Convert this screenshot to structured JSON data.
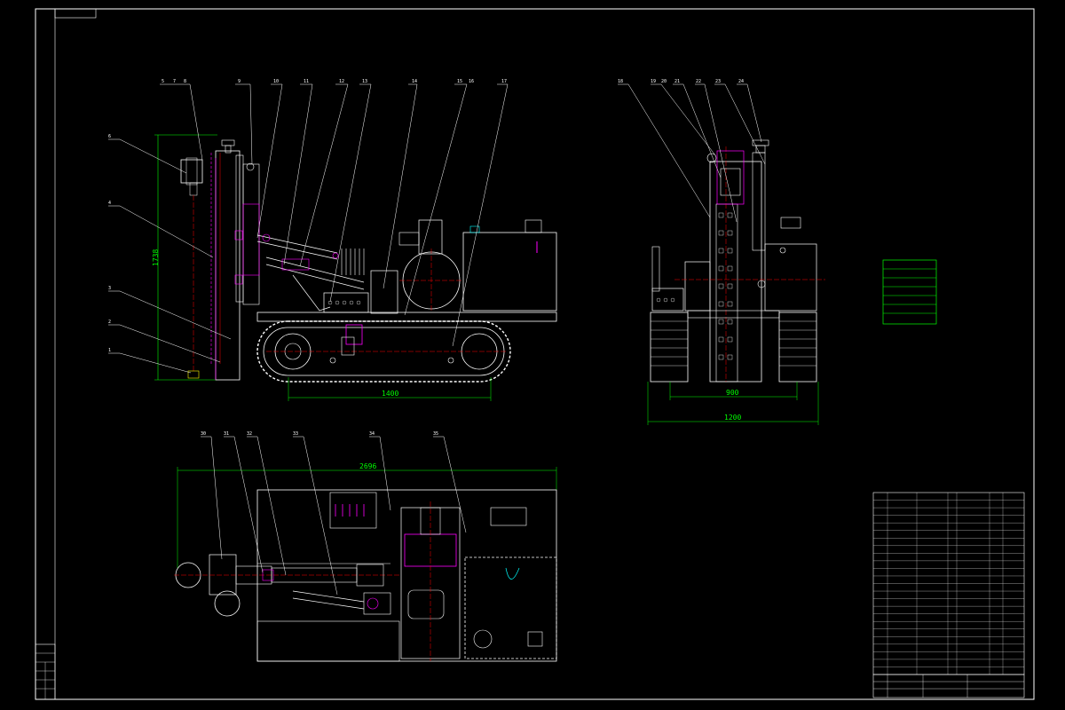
{
  "drawing_tag": "",
  "dimensions": {
    "side_height": "1738",
    "side_length": "1400",
    "front_inner_width": "900",
    "front_outer_width": "1200",
    "top_length": "2696"
  },
  "colors": {
    "border": "#ffffff",
    "structure": "#ffffff",
    "dim": "#00ff00",
    "accent": "#ff00ff",
    "centerline": "#ff0000",
    "aux": "#00ffff",
    "hatch": "#ffff00",
    "spec_box": "#00ff00"
  },
  "side_view_leaders": [
    "5",
    "7",
    "8",
    "9",
    "10",
    "11",
    "12",
    "13",
    "14",
    "15",
    "16",
    "17"
  ],
  "side_view_left_leaders": [
    "6",
    "4",
    "3",
    "2",
    "1"
  ],
  "front_view_leaders": [
    "18",
    "19",
    "20",
    "21",
    "22",
    "23",
    "24"
  ],
  "top_view_leaders": [
    "30",
    "31",
    "32",
    "33",
    "34",
    "35"
  ],
  "spec_table": {
    "title": "",
    "rows": [
      "",
      "",
      "",
      "",
      "",
      ""
    ]
  },
  "notes": {
    "title": "",
    "lines": [
      "",
      "",
      "",
      "",
      "",
      "",
      ""
    ]
  },
  "bom_rows": 24,
  "title_block": {
    "rows": [
      "",
      "",
      ""
    ]
  }
}
